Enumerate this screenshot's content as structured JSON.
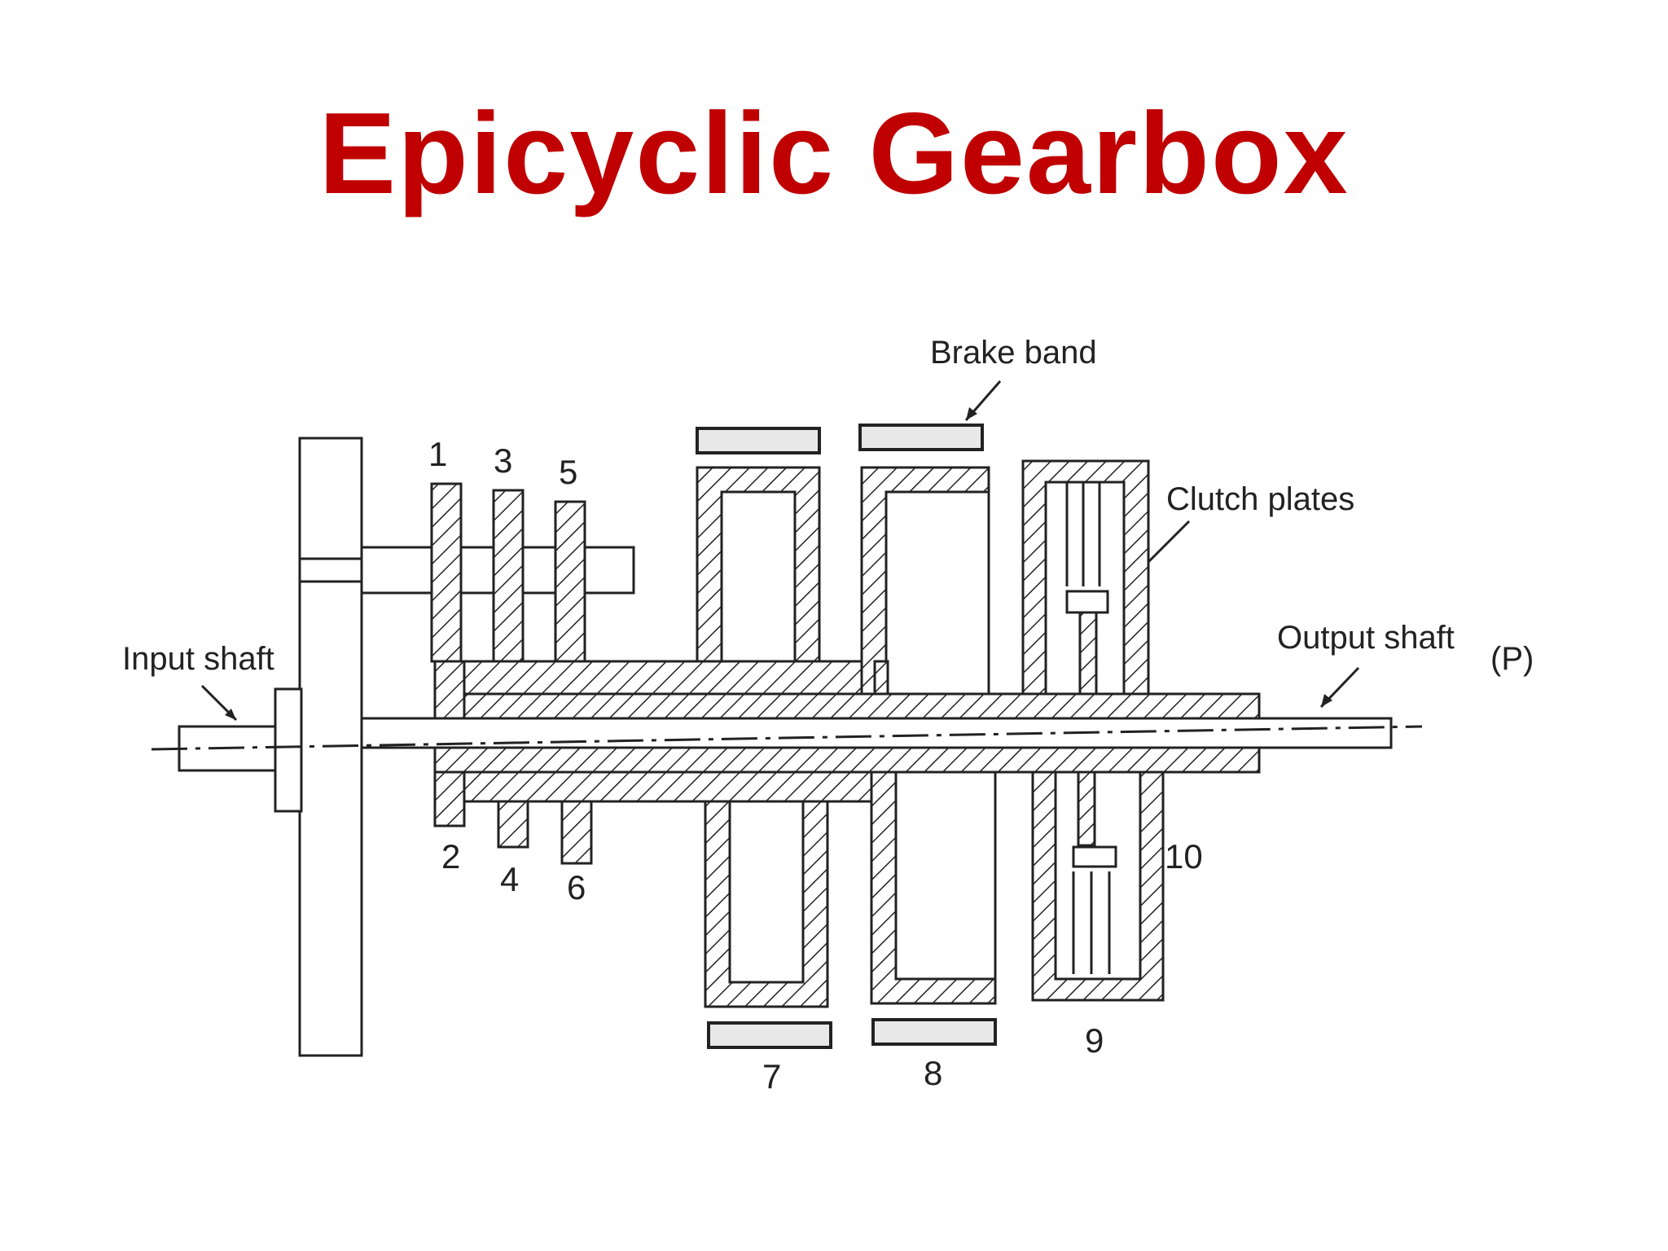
{
  "title": "Epicyclic Gearbox",
  "colors": {
    "title": "#c00000",
    "ink": "#222222"
  },
  "labels": {
    "brake_band": "Brake band",
    "clutch_plates": "Clutch plates",
    "input_shaft": "Input shaft",
    "output_shaft": "Output shaft",
    "output_tag": "(P)"
  },
  "part_numbers": [
    "1",
    "2",
    "3",
    "4",
    "5",
    "6",
    "7",
    "8",
    "9",
    "10"
  ]
}
